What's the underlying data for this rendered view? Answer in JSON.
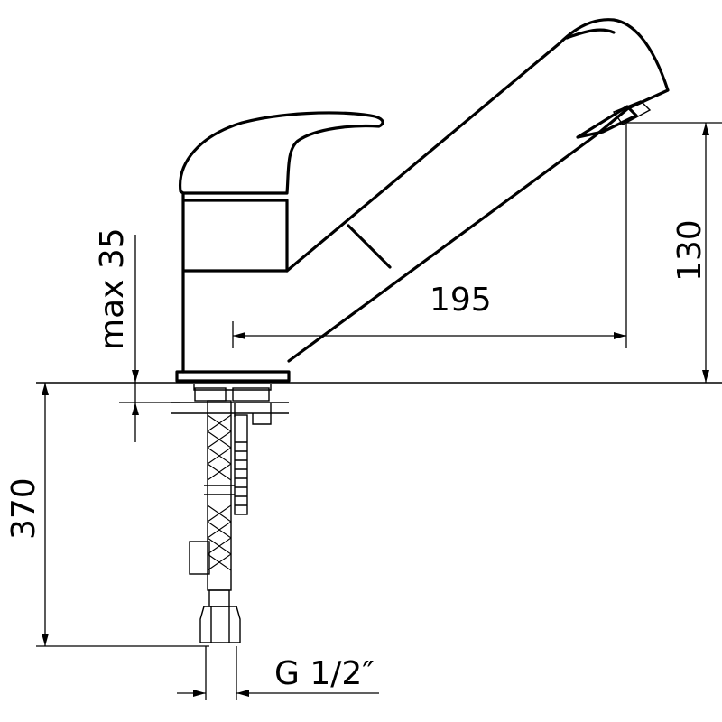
{
  "dimensions": {
    "max_thickness": "max 35",
    "reach": "195",
    "spout_height": "130",
    "total_height": "370",
    "thread": "G 1/2″"
  },
  "colors": {
    "line": "#000000",
    "background": "#ffffff"
  }
}
